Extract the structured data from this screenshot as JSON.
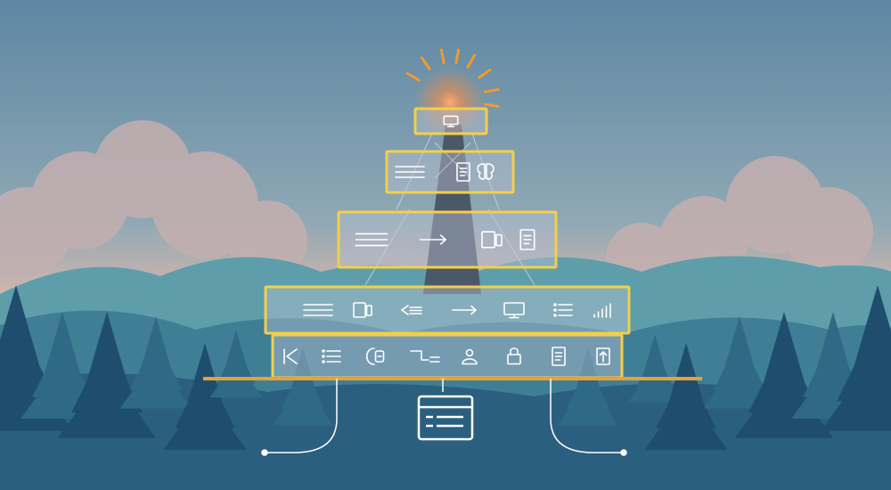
{
  "palette": {
    "sky_top": "#5d87a4",
    "sky_mid": "#8fa8b4",
    "sky_horizon": "#d9b8ad",
    "cloud": "#c4afb0",
    "hill_far": "#5e9eaa",
    "hill_mid": "#3f7f96",
    "hill_near": "#2b5f80",
    "tree_dark": "#1f4d6e",
    "tree_mid": "#2e6a86",
    "tower": "#4b5868",
    "panel_border": "#f3cf4a",
    "panel_fill": "#b9bfd0",
    "icon_line": "#ffffff",
    "glow": "#ff8a3c",
    "ray": "#f59a2a",
    "base_line": "#e8a13a"
  },
  "pyramid": {
    "tiers": [
      {
        "name": "top",
        "icons": [
          "monitor-icon"
        ]
      },
      {
        "name": "second",
        "icons": [
          "text-lines-icon",
          "document-icon",
          "brain-icon"
        ]
      },
      {
        "name": "third",
        "icons": [
          "text-lines-icon",
          "arrow-right-icon",
          "device-icon",
          "document-icon"
        ]
      },
      {
        "name": "fourth",
        "icons": [
          "text-lines-icon",
          "device-icon",
          "arrow-left-icon",
          "arrow-right-icon",
          "monitor-icon",
          "list-icon",
          "bar-chart-icon"
        ]
      },
      {
        "name": "base",
        "icons": [
          "play-back-icon",
          "list-icon",
          "code-icon",
          "flow-icon",
          "person-icon",
          "lock-icon",
          "document-icon",
          "arrow-up-icon"
        ]
      }
    ],
    "bottom_icon": "browser-window-icon"
  }
}
